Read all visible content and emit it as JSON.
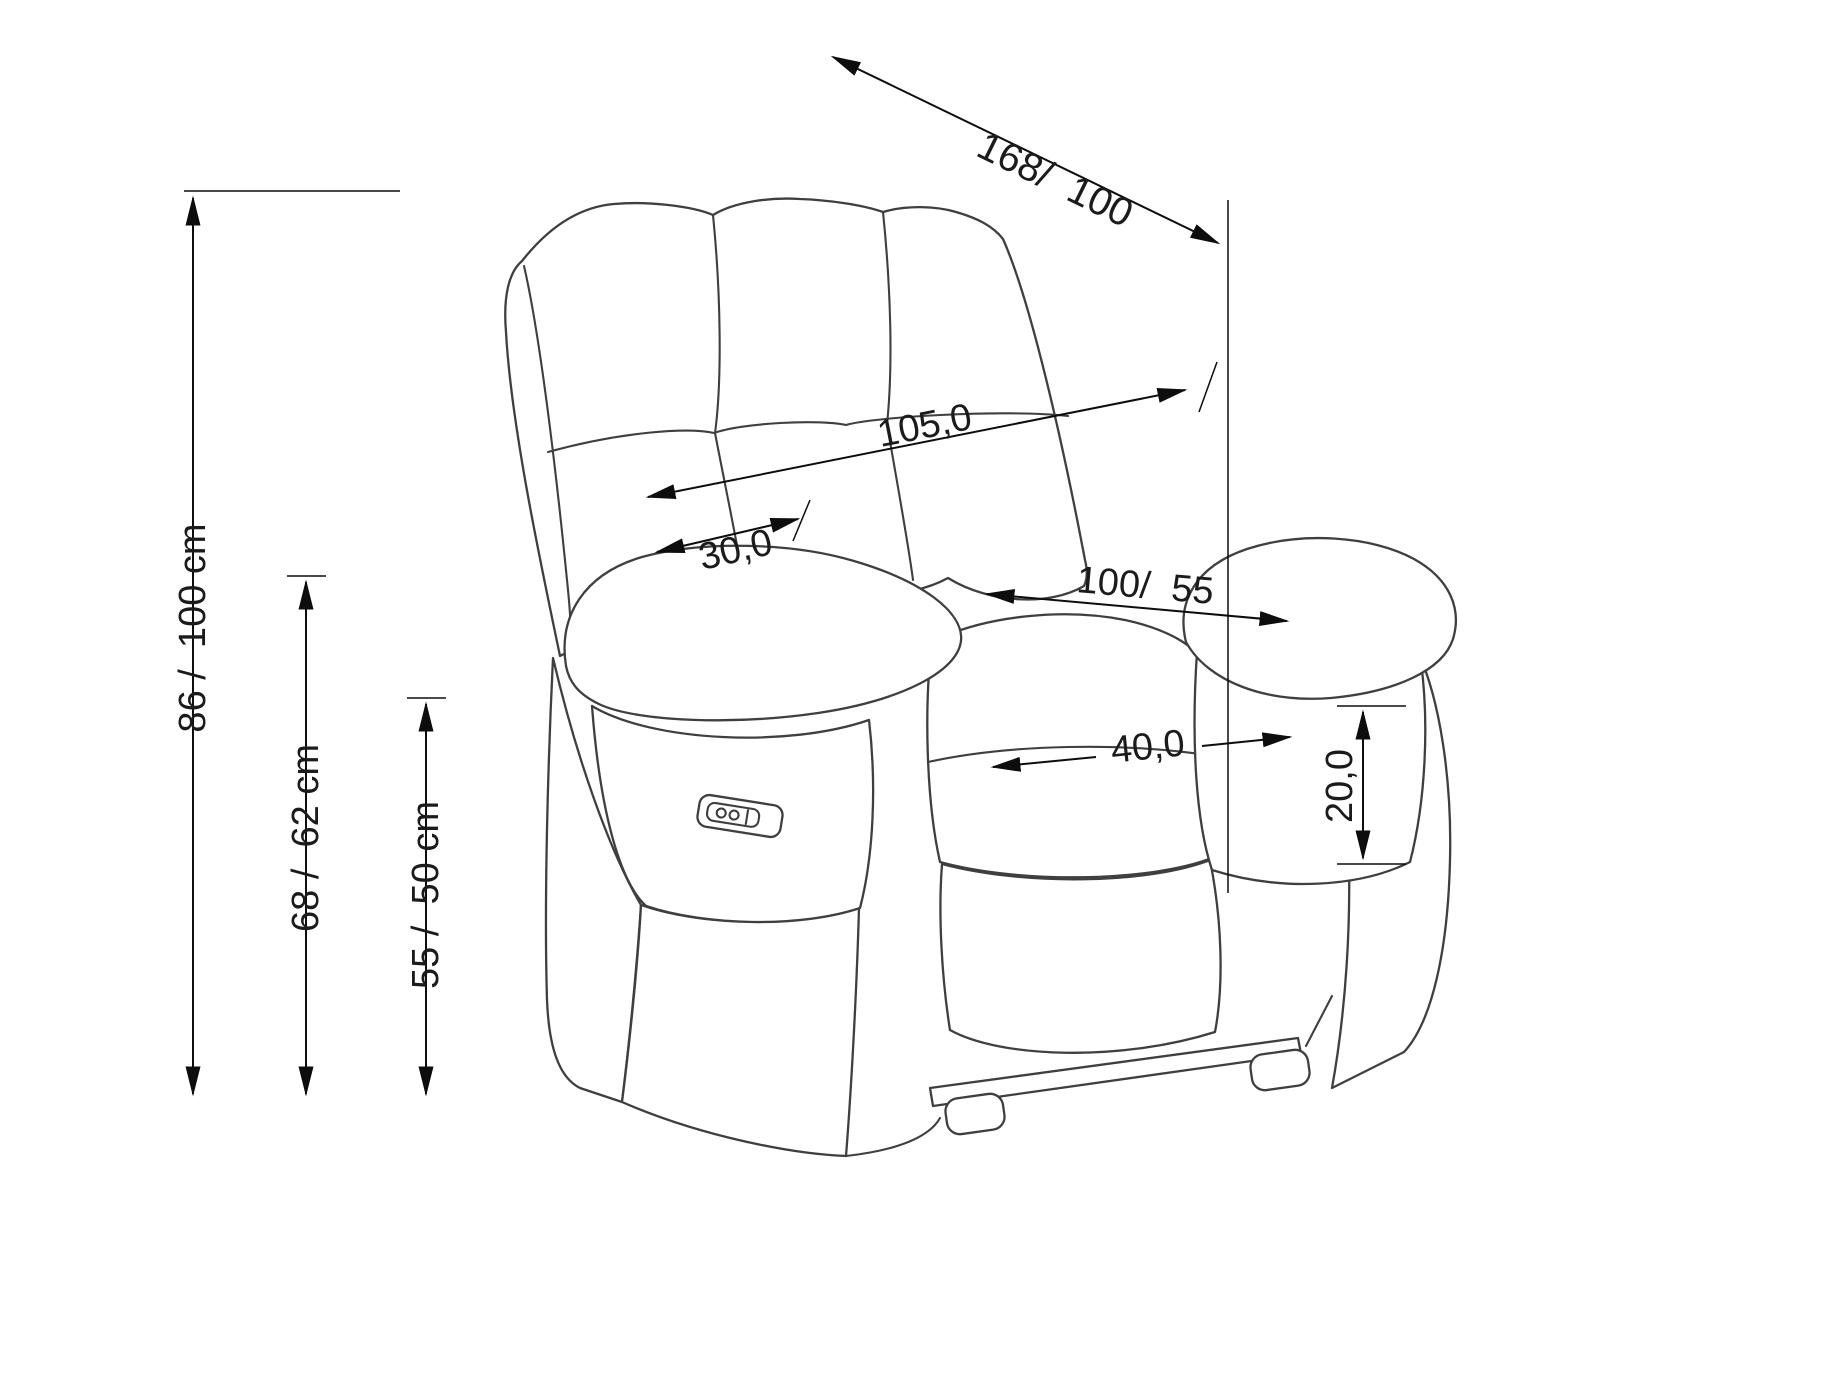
{
  "page": {
    "background": "#ffffff",
    "drawing_line_color": "#3f3f3f",
    "dimension_color": "#0d0d0d"
  },
  "diagram": {
    "subject": "recliner-armchair-technical-dimension-drawing",
    "units": "cm"
  },
  "dims": {
    "diagonal_overall": "168/  100",
    "back_width": "105,0",
    "backrest_depth": "30,0",
    "seat_width_pair": "100/  55",
    "seat_depth": "40,0",
    "armrest_rise": "20,0",
    "overall_height": "86 /  100 cm",
    "backrest_height": "68 /  62 cm",
    "armrest_height": "55 /  50 cm"
  }
}
